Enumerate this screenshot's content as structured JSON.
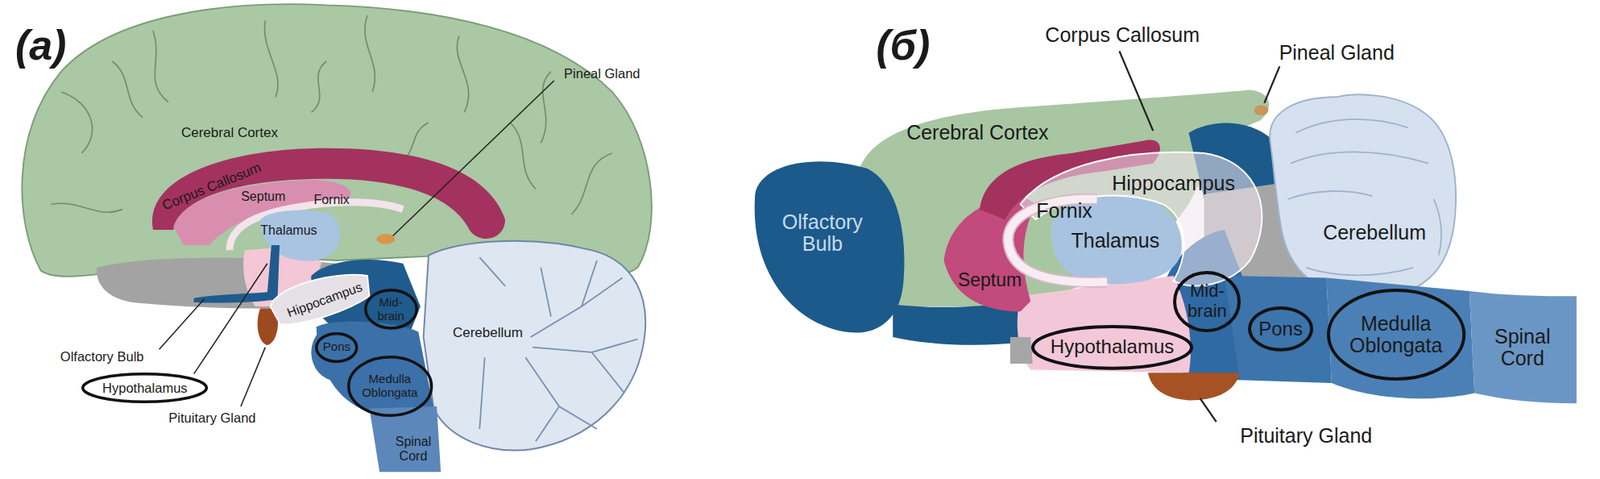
{
  "diagram": {
    "nodes": [
      {
        "text": [
          "Mid-brain"
        ]
      },
      {
        "text": [
          "Pons"
        ]
      },
      {
        "text": [
          "Hypothalamus"
        ]
      },
      {
        "text": [
          "Medulla Oblongata"
        ]
      },
      {
        "text": [
          "Mid-brain"
        ]
      },
      {
        "text": [
          "Pons"
        ]
      },
      {
        "text": [
          "Medulla Oblongata"
        ]
      },
      {
        "text": [
          "Hypothalamus"
        ]
      }
    ],
    "labels": [
      "(а)",
      "Cerebral Cortex",
      "Corpus Callosum",
      "Septum",
      "Fornix",
      "Thalamus",
      "Pineal Gland",
      "Hippocampus",
      "Cerebellum",
      "Olfactory Bulb",
      "Pituitary Gland",
      "Spinal Cord",
      "(б)",
      "Corpus Callosum",
      "Pineal Gland",
      "Cerebral Cortex",
      "Olfactory Bulb",
      "Hippocampus",
      "Fornix",
      "Thalamus",
      "Cerebellum",
      "Septum",
      "Spinal Cord",
      "Pituitary Gland"
    ]
  }
}
